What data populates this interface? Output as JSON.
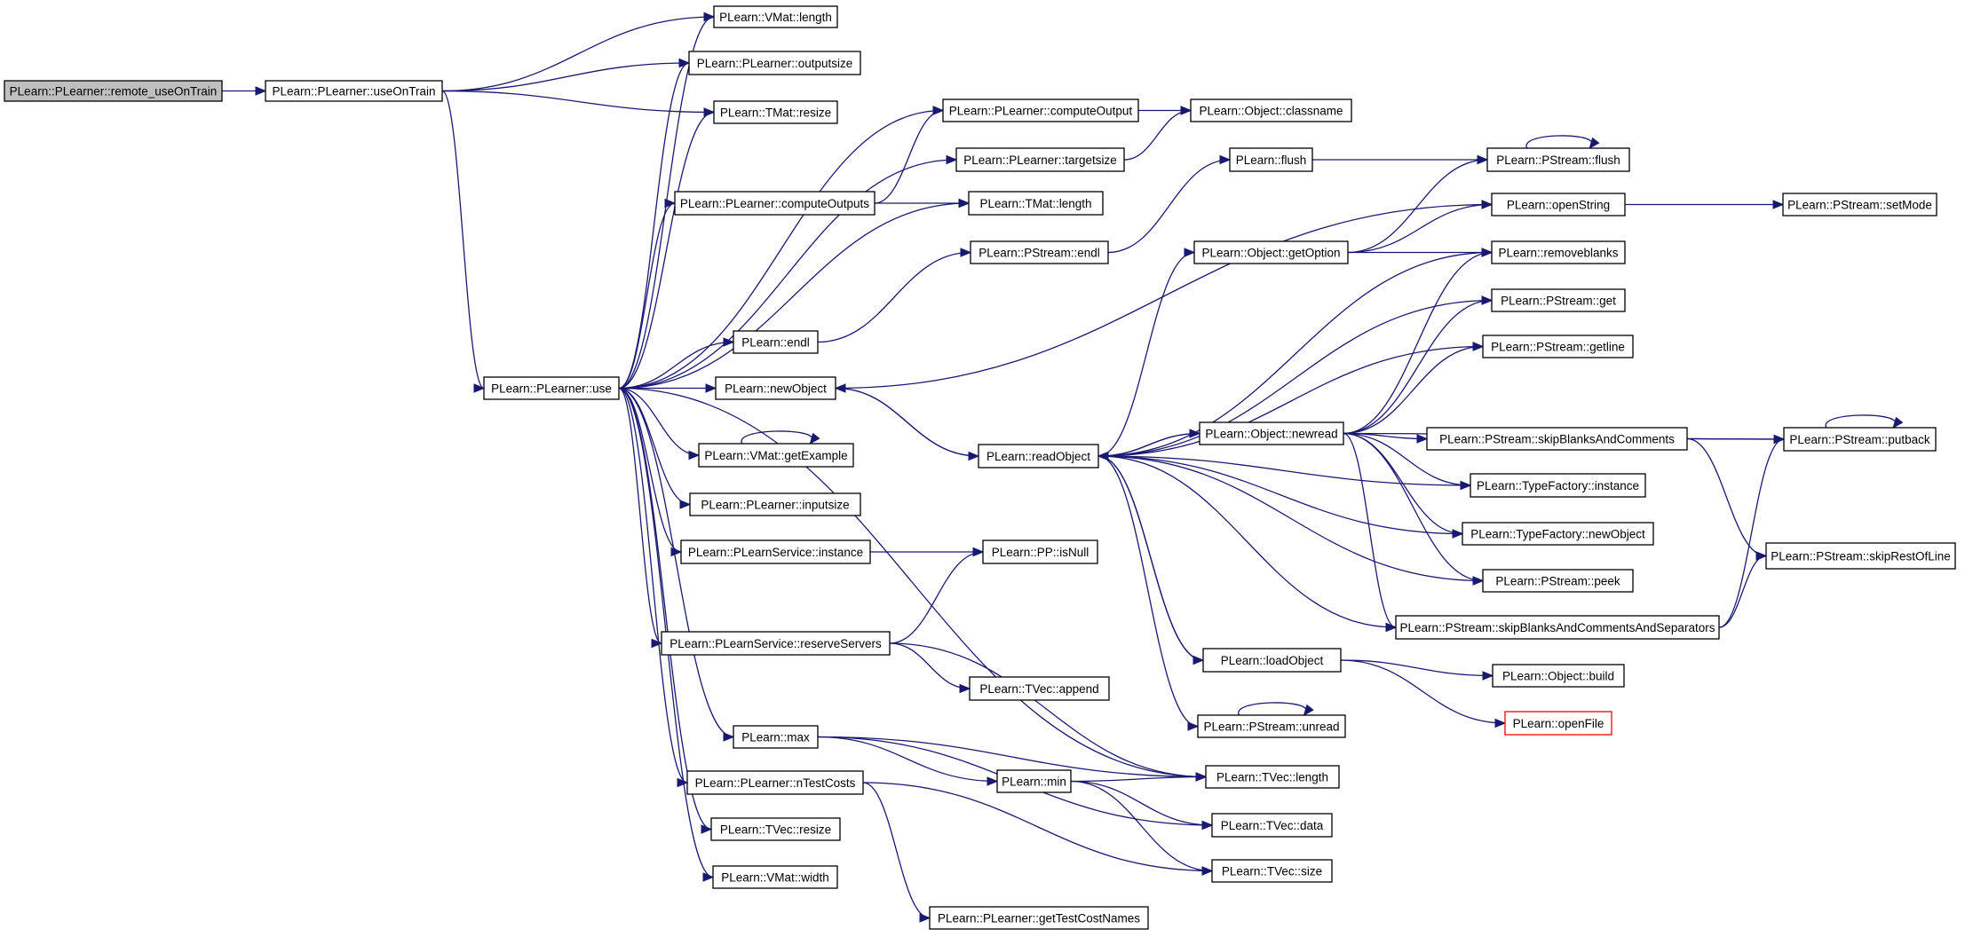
{
  "graph": {
    "kind": "call graph",
    "nodes": [
      {
        "id": "remote_useOnTrain",
        "label": "PLearn::PLearner::remote_useOnTrain",
        "style": "root"
      },
      {
        "id": "useOnTrain",
        "label": "PLearn::PLearner::useOnTrain"
      },
      {
        "id": "use",
        "label": "PLearn::PLearner::use"
      },
      {
        "id": "vmat_length",
        "label": "PLearn::VMat::length"
      },
      {
        "id": "outputsize",
        "label": "PLearn::PLearner::outputsize"
      },
      {
        "id": "tmat_resize",
        "label": "PLearn::TMat::resize"
      },
      {
        "id": "computeOutput",
        "label": "PLearn::PLearner::computeOutput"
      },
      {
        "id": "targetsize",
        "label": "PLearn::PLearner::targetsize"
      },
      {
        "id": "computeOutputs",
        "label": "PLearn::PLearner::computeOutputs"
      },
      {
        "id": "tmat_length",
        "label": "PLearn::TMat::length"
      },
      {
        "id": "pstream_endl",
        "label": "PLearn::PStream::endl"
      },
      {
        "id": "endl",
        "label": "PLearn::endl"
      },
      {
        "id": "newObject",
        "label": "PLearn::newObject"
      },
      {
        "id": "getExample",
        "label": "PLearn::VMat::getExample"
      },
      {
        "id": "inputsize",
        "label": "PLearn::PLearner::inputsize"
      },
      {
        "id": "ps_instance",
        "label": "PLearn::PLearnService::instance"
      },
      {
        "id": "isNull",
        "label": "PLearn::PP::isNull"
      },
      {
        "id": "reserveServers",
        "label": "PLearn::PLearnService::reserveServers"
      },
      {
        "id": "append",
        "label": "PLearn::TVec::append"
      },
      {
        "id": "max",
        "label": "PLearn::max"
      },
      {
        "id": "min",
        "label": "PLearn::min"
      },
      {
        "id": "nTestCosts",
        "label": "PLearn::PLearner::nTestCosts"
      },
      {
        "id": "tvec_resize",
        "label": "PLearn::TVec::resize"
      },
      {
        "id": "vmat_width",
        "label": "PLearn::VMat::width"
      },
      {
        "id": "getTestCostNames",
        "label": "PLearn::PLearner::getTestCostNames"
      },
      {
        "id": "classname",
        "label": "PLearn::Object::classname"
      },
      {
        "id": "flush",
        "label": "PLearn::flush"
      },
      {
        "id": "getOption",
        "label": "PLearn::Object::getOption"
      },
      {
        "id": "readObject",
        "label": "PLearn::readObject"
      },
      {
        "id": "newread",
        "label": "PLearn::Object::newread"
      },
      {
        "id": "loadObject",
        "label": "PLearn::loadObject"
      },
      {
        "id": "unread",
        "label": "PLearn::PStream::unread"
      },
      {
        "id": "tvec_length",
        "label": "PLearn::TVec::length"
      },
      {
        "id": "tvec_data",
        "label": "PLearn::TVec::data"
      },
      {
        "id": "tvec_size",
        "label": "PLearn::TVec::size"
      },
      {
        "id": "pstream_flush",
        "label": "PLearn::PStream::flush"
      },
      {
        "id": "openString",
        "label": "PLearn::openString"
      },
      {
        "id": "removeblanks",
        "label": "PLearn::removeblanks"
      },
      {
        "id": "pstream_get",
        "label": "PLearn::PStream::get"
      },
      {
        "id": "getline",
        "label": "PLearn::PStream::getline"
      },
      {
        "id": "skipBAC",
        "label": "PLearn::PStream::skipBlanksAndComments"
      },
      {
        "id": "tf_instance",
        "label": "PLearn::TypeFactory::instance"
      },
      {
        "id": "tf_newObject",
        "label": "PLearn::TypeFactory::newObject"
      },
      {
        "id": "peek",
        "label": "PLearn::PStream::peek"
      },
      {
        "id": "skipBACS",
        "label": "PLearn::PStream::skipBlanksAndCommentsAndSeparators"
      },
      {
        "id": "obj_build",
        "label": "PLearn::Object::build"
      },
      {
        "id": "openFile",
        "label": "PLearn::openFile",
        "style": "red"
      },
      {
        "id": "setMode",
        "label": "PLearn::PStream::setMode"
      },
      {
        "id": "putback",
        "label": "PLearn::PStream::putback"
      },
      {
        "id": "skipRestOfLine",
        "label": "PLearn::PStream::skipRestOfLine"
      }
    ],
    "edges": [
      [
        "remote_useOnTrain",
        "useOnTrain"
      ],
      [
        "useOnTrain",
        "vmat_length"
      ],
      [
        "useOnTrain",
        "outputsize"
      ],
      [
        "useOnTrain",
        "tmat_resize"
      ],
      [
        "useOnTrain",
        "use"
      ],
      [
        "use",
        "vmat_length"
      ],
      [
        "use",
        "outputsize"
      ],
      [
        "use",
        "tmat_resize"
      ],
      [
        "use",
        "computeOutput"
      ],
      [
        "use",
        "targetsize"
      ],
      [
        "use",
        "computeOutputs"
      ],
      [
        "use",
        "tmat_length"
      ],
      [
        "use",
        "endl"
      ],
      [
        "use",
        "newObject"
      ],
      [
        "use",
        "getExample"
      ],
      [
        "use",
        "inputsize"
      ],
      [
        "use",
        "ps_instance"
      ],
      [
        "use",
        "reserveServers"
      ],
      [
        "use",
        "tvec_length"
      ],
      [
        "use",
        "max"
      ],
      [
        "use",
        "nTestCosts"
      ],
      [
        "use",
        "tvec_resize"
      ],
      [
        "use",
        "vmat_width"
      ],
      [
        "computeOutputs",
        "computeOutput"
      ],
      [
        "computeOutputs",
        "tmat_length"
      ],
      [
        "computeOutput",
        "classname"
      ],
      [
        "targetsize",
        "classname"
      ],
      [
        "endl",
        "pstream_endl"
      ],
      [
        "pstream_endl",
        "flush"
      ],
      [
        "flush",
        "pstream_flush"
      ],
      [
        "newObject",
        "openString"
      ],
      [
        "newObject",
        "readObject"
      ],
      [
        "getExample",
        "getExample"
      ],
      [
        "ps_instance",
        "isNull"
      ],
      [
        "reserveServers",
        "isNull"
      ],
      [
        "reserveServers",
        "append"
      ],
      [
        "reserveServers",
        "tvec_length"
      ],
      [
        "max",
        "min"
      ],
      [
        "max",
        "tvec_length"
      ],
      [
        "max",
        "tvec_data"
      ],
      [
        "min",
        "tvec_length"
      ],
      [
        "min",
        "tvec_data"
      ],
      [
        "min",
        "tvec_size"
      ],
      [
        "nTestCosts",
        "getTestCostNames"
      ],
      [
        "nTestCosts",
        "tvec_size"
      ],
      [
        "readObject",
        "newObject"
      ],
      [
        "readObject",
        "getOption"
      ],
      [
        "readObject",
        "removeblanks"
      ],
      [
        "readObject",
        "pstream_get"
      ],
      [
        "readObject",
        "getline"
      ],
      [
        "readObject",
        "newread"
      ],
      [
        "readObject",
        "tf_instance"
      ],
      [
        "readObject",
        "tf_newObject"
      ],
      [
        "readObject",
        "peek"
      ],
      [
        "readObject",
        "skipBACS"
      ],
      [
        "readObject",
        "loadObject"
      ],
      [
        "readObject",
        "unread"
      ],
      [
        "getOption",
        "pstream_flush"
      ],
      [
        "getOption",
        "openString"
      ],
      [
        "getOption",
        "removeblanks"
      ],
      [
        "newread",
        "readObject"
      ],
      [
        "newread",
        "removeblanks"
      ],
      [
        "newread",
        "pstream_get"
      ],
      [
        "newread",
        "getline"
      ],
      [
        "newread",
        "skipBAC"
      ],
      [
        "newread",
        "putback"
      ],
      [
        "newread",
        "tf_instance"
      ],
      [
        "newread",
        "tf_newObject"
      ],
      [
        "newread",
        "peek"
      ],
      [
        "newread",
        "skipBACS"
      ],
      [
        "loadObject",
        "readObject"
      ],
      [
        "loadObject",
        "obj_build"
      ],
      [
        "loadObject",
        "openFile"
      ],
      [
        "unread",
        "unread"
      ],
      [
        "openString",
        "setMode"
      ],
      [
        "pstream_flush",
        "pstream_flush"
      ],
      [
        "skipBAC",
        "putback"
      ],
      [
        "skipBAC",
        "skipRestOfLine"
      ],
      [
        "skipBACS",
        "putback"
      ],
      [
        "skipBACS",
        "skipRestOfLine"
      ],
      [
        "putback",
        "putback"
      ]
    ]
  },
  "colors": {
    "edge": "#191970",
    "root_fill": "#bfbfbf",
    "node_border": "#000000",
    "truncated_border": "#ff0000"
  }
}
